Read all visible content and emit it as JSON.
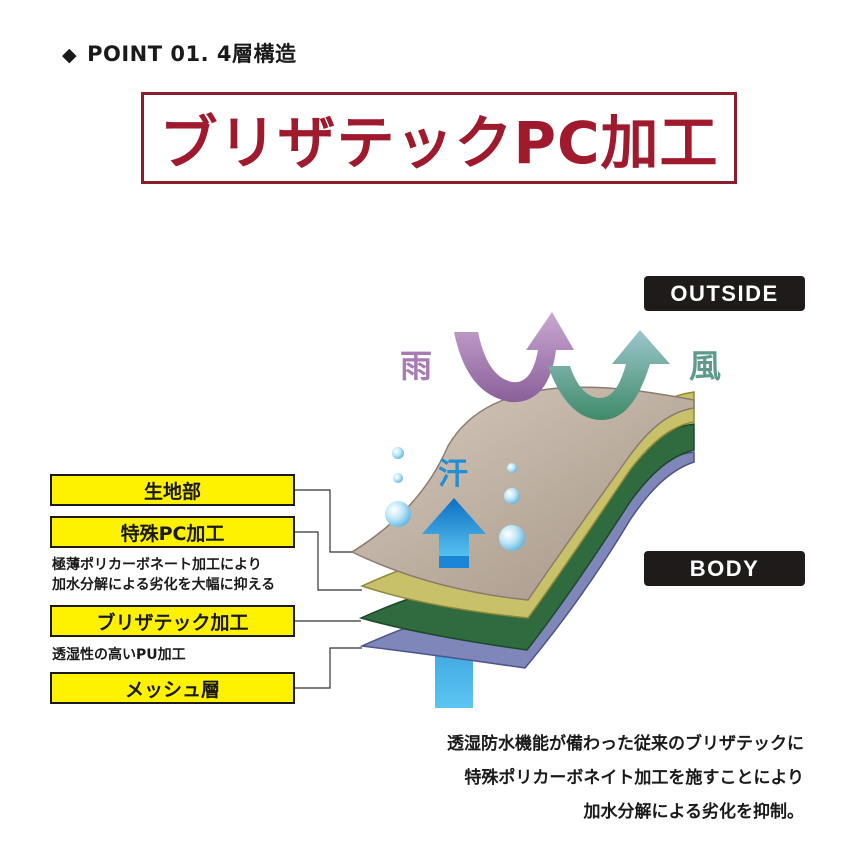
{
  "heading": {
    "marker": "◆",
    "text": "POINT 01. 4層構造"
  },
  "title": "ブリザテックPC加工",
  "tags": {
    "outside": "OUTSIDE",
    "body": "BODY"
  },
  "diagram": {
    "rain_label": "雨",
    "wind_label": "風",
    "sweat_label": "汗",
    "colors": {
      "rain": "#a77bb3",
      "wind": "#5e9a8e",
      "sweat": "#1f8fd6",
      "layer_surface": "#b9ab9c",
      "layer_pc": "#c8c16a",
      "layer_membrane": "#2f6b3e",
      "layer_mesh": "#7f86b9",
      "label_fill": "#fff200",
      "title_red": "#a01a2e"
    }
  },
  "labels": [
    {
      "text": "生地部"
    },
    {
      "text": "特殊PC加工",
      "note_lines": [
        "極薄ポリカーボネート加工により",
        "加水分解による劣化を大幅に抑える"
      ]
    },
    {
      "text": "ブリザテック加工",
      "note_lines": [
        "透湿性の高いPU加工"
      ]
    },
    {
      "text": "メッシュ層"
    }
  ],
  "caption_lines": [
    "透湿防水機能が備わった従来のブリザテックに",
    "特殊ポリカーボネイト加工を施すことにより",
    "加水分解による劣化を抑制。"
  ]
}
